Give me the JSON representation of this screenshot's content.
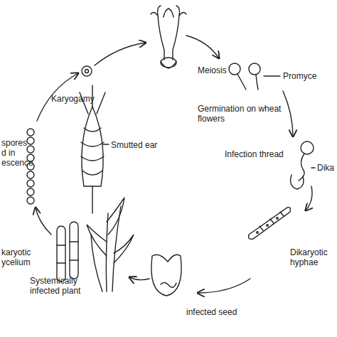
{
  "diagram": {
    "labels": [
      "Meiosis",
      "Promyce",
      "Germination on wheat flowers",
      "Infection thread",
      "Dika",
      "Dikaryotic hyphae",
      "infected seed",
      "Systemically infected plant",
      "karyotic ycelium",
      "spores d in escence",
      "Smutted ear",
      "Karyogamy"
    ]
  }
}
